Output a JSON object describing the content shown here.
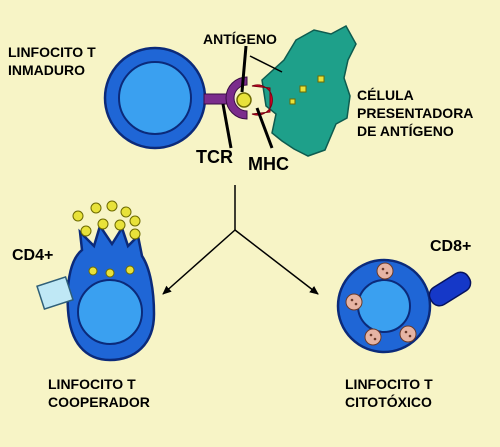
{
  "labels": {
    "immature": [
      "LINFOCITO T",
      "INMADURO"
    ],
    "antigen": "ANTÍGENO",
    "apc": [
      "CÉLULA",
      "PRESENTADORA",
      "DE ANTÍGENO"
    ],
    "tcr": "TCR",
    "mhc": "MHC",
    "cd4": "CD4+",
    "cd8": "CD8+",
    "helper": [
      "LINFOCITO T",
      "COOPERADOR"
    ],
    "cytotoxic": [
      "LINFOCITO T",
      "CITOTÓXICO"
    ]
  },
  "colors": {
    "background": "#f7f4c6",
    "cell_membrane": "#1f66d6",
    "cell_nucleus": "#3aa0f0",
    "cell_outline": "#0b2a7a",
    "apc": "#1ea08a",
    "tcr": "#7b2c8c",
    "mhc": "#e0002a",
    "antigen": "#e8e23a",
    "cd4": "#bfe8f5",
    "cd8": "#1538c8"
  }
}
